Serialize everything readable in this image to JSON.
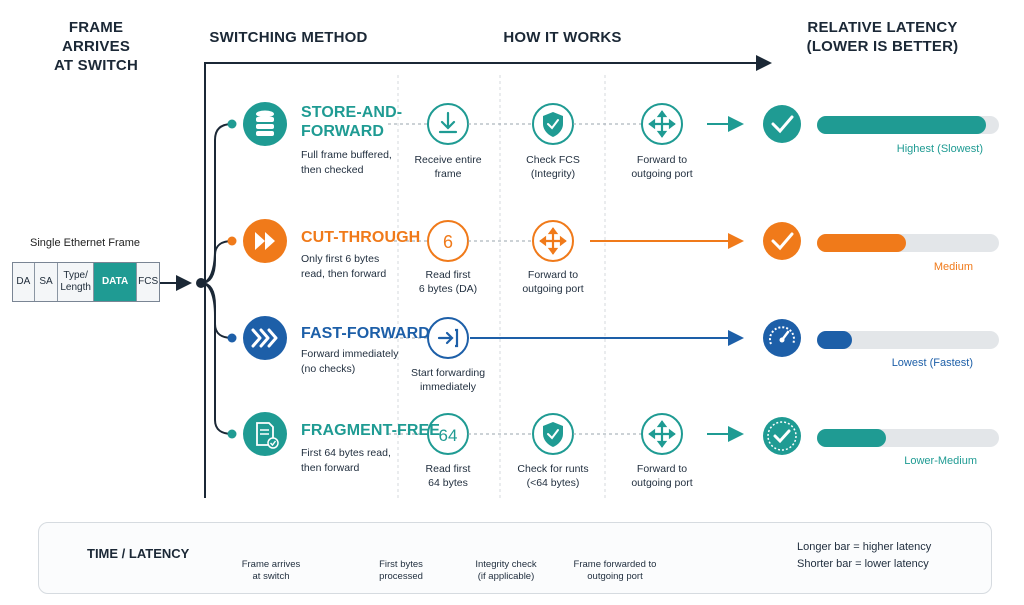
{
  "headers": {
    "frame_arrives": "FRAME ARRIVES\nAT SWITCH",
    "switching_method": "SWITCHING METHOD",
    "how_it_works": "HOW IT WORKS",
    "relative_latency": "RELATIVE LATENCY\n(LOWER IS BETTER)"
  },
  "frame": {
    "caption": "Single Ethernet Frame",
    "fields": [
      "DA",
      "SA",
      "Type/\nLength",
      "DATA",
      "FCS"
    ]
  },
  "colors": {
    "teal": "#1f9b93",
    "orange": "#f07a1a",
    "blue": "#1d5fa8",
    "dark": "#1b2836",
    "track": "#e3e6e9"
  },
  "methods": [
    {
      "title": "STORE-AND-\nFORWARD",
      "desc": "Full frame buffered,\nthen checked",
      "icon": "database-icon",
      "steps": [
        {
          "icon": "download-icon",
          "label": "Receive entire\nframe"
        },
        {
          "icon": "shield-check-icon",
          "label": "Check FCS\n(Integrity)"
        },
        {
          "icon": "forward-arrows-icon",
          "label": "Forward to\noutgoing port"
        }
      ],
      "result_icon": "checkmark-icon",
      "latency_label": "Highest (Slowest)",
      "latency_fraction": 0.93
    },
    {
      "title": "CUT-THROUGH",
      "desc": "Only first 6 bytes\nread, then forward",
      "icon": "fast-forward-icon",
      "steps": [
        {
          "icon": "number-6-icon",
          "text": "6",
          "label": "Read first\n6 bytes (DA)"
        },
        {
          "icon": "forward-arrows-icon",
          "label": "Forward to\noutgoing port"
        }
      ],
      "result_icon": "checkmark-icon",
      "latency_label": "Medium",
      "latency_fraction": 0.49
    },
    {
      "title": "FAST-FORWARD",
      "desc": "Forward immediately\n(no checks)",
      "icon": "triple-chevron-icon",
      "steps": [
        {
          "icon": "enter-arrow-icon",
          "label": "Start forwarding\nimmediately"
        }
      ],
      "result_icon": "speedometer-icon",
      "latency_label": "Lowest (Fastest)",
      "latency_fraction": 0.19
    },
    {
      "title": "FRAGMENT-FREE",
      "desc": "First 64 bytes read,\nthen forward",
      "icon": "document-check-icon",
      "steps": [
        {
          "icon": "number-64-icon",
          "text": "64",
          "label": "Read first\n64 bytes"
        },
        {
          "icon": "shield-check-icon",
          "label": "Check for runts\n(<64 bytes)"
        },
        {
          "icon": "forward-arrows-icon",
          "label": "Forward to\noutgoing port"
        }
      ],
      "result_icon": "checkmark-icon",
      "latency_label": "Lower-Medium",
      "latency_fraction": 0.38
    }
  ],
  "timeline": {
    "title": "TIME / LATENCY",
    "labels": [
      "Frame arrives\nat switch",
      "First bytes\nprocessed",
      "Integrity check\n(if applicable)",
      "Frame forwarded to\noutgoing port"
    ]
  },
  "legend": {
    "longer": "Longer bar = higher latency",
    "shorter": "Shorter bar = lower latency"
  }
}
